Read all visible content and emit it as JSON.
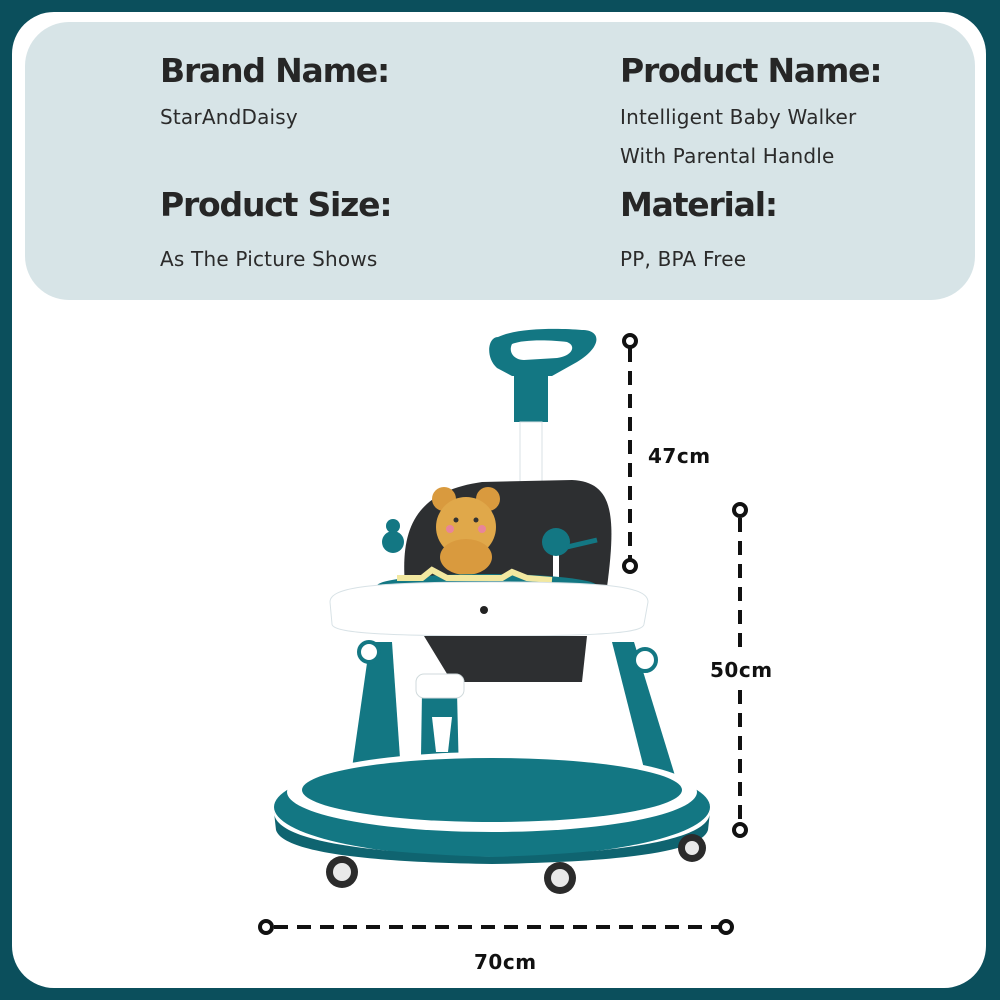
{
  "colors": {
    "frame": "#0b4f5c",
    "panel": "#d7e4e7",
    "card": "#ffffff",
    "accent_teal": "#137783",
    "text": "#262626"
  },
  "specs": {
    "brand": {
      "label": "Brand Name:",
      "value": "StarAndDaisy"
    },
    "product": {
      "label": "Product Name:",
      "value_line1": "Intelligent Baby Walker",
      "value_line2": "With Parental Handle"
    },
    "size": {
      "label": "Product Size:",
      "value": "As The Picture Shows"
    },
    "material": {
      "label": "Material:",
      "value": "PP, BPA Free"
    }
  },
  "dimensions": {
    "handle_height": "47cm",
    "walker_height": "50cm",
    "base_width": "70cm"
  },
  "product_image": {
    "icon": "baby-walker-illustration"
  }
}
